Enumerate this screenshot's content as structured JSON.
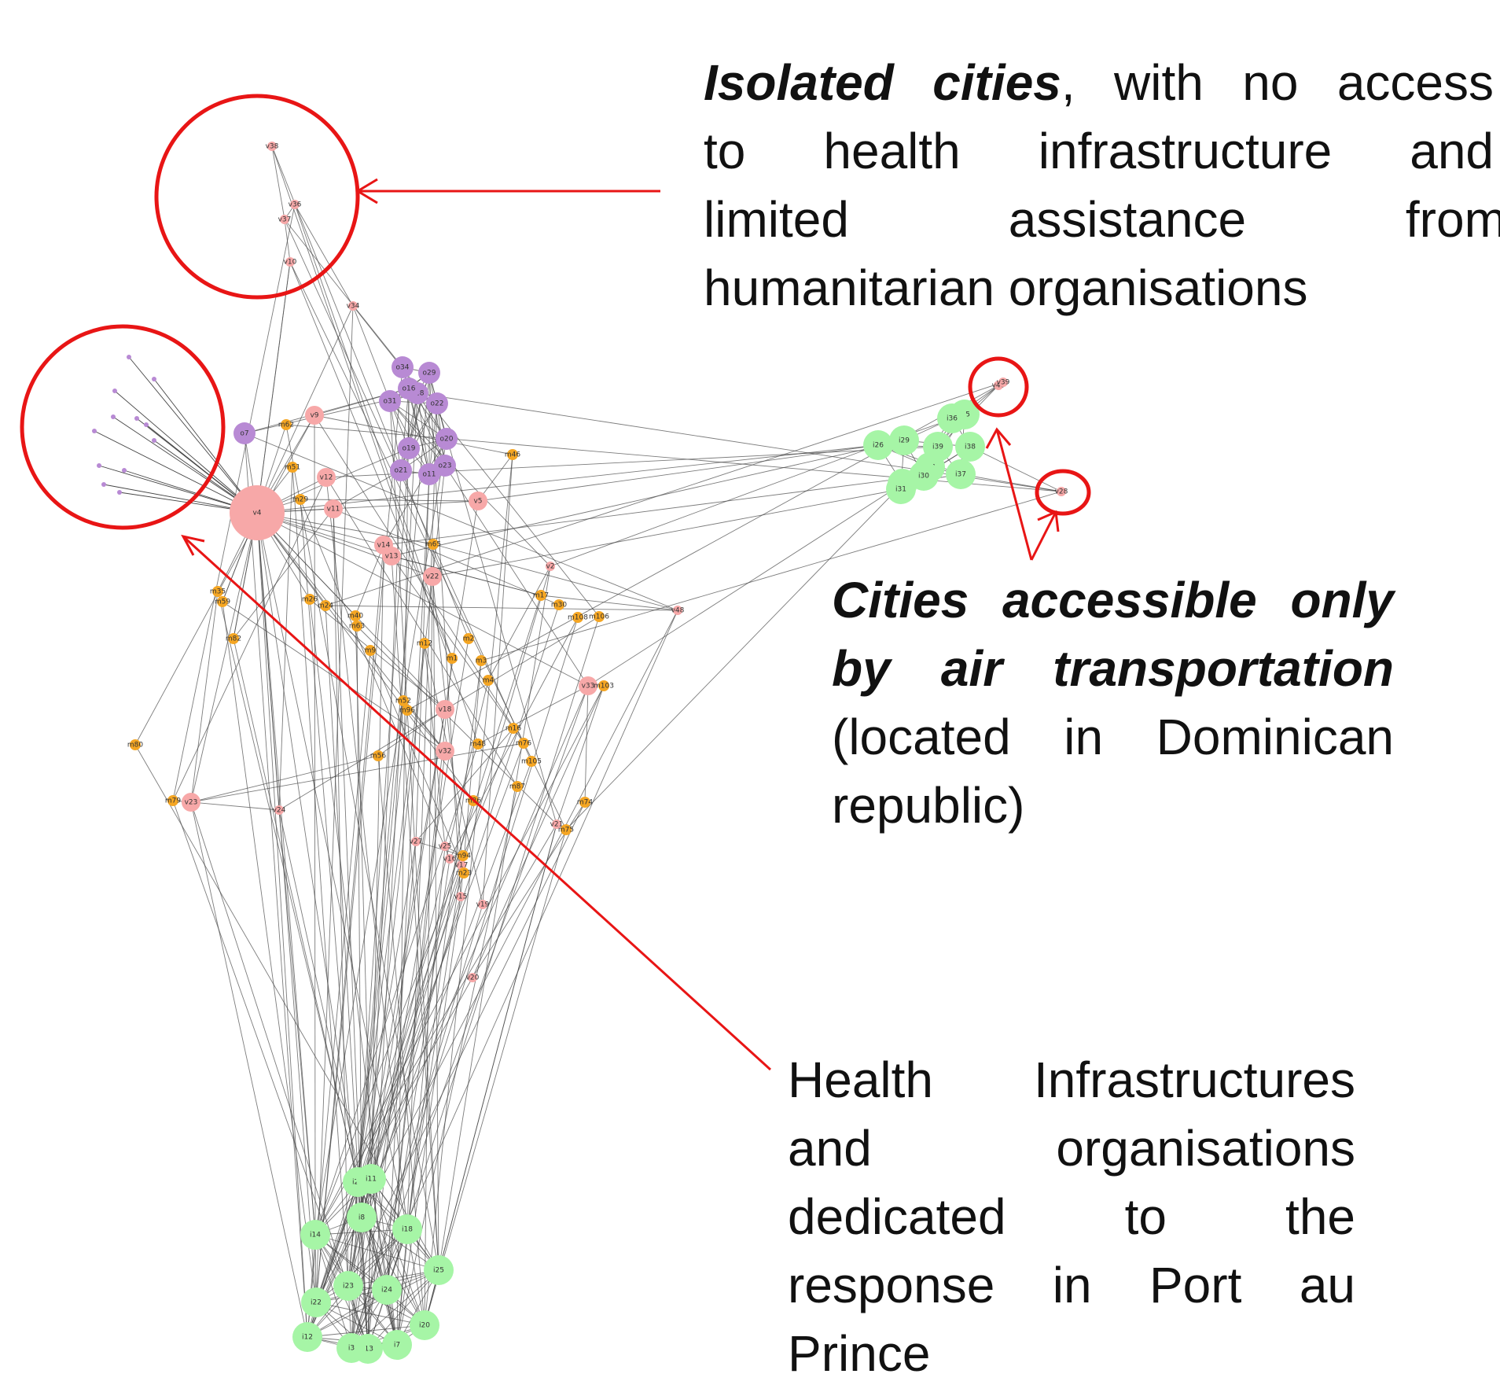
{
  "annotations": {
    "isolated": {
      "bold": "Isolated cities",
      "rest_line1": ", with no access",
      "line2": "to health infrastructure and",
      "line3": "limited assistance from",
      "line4": "humanitarian organisations"
    },
    "air": {
      "line1": "Cities accessible  only",
      "line2": "by air transportation",
      "line3": "(located in Dominican",
      "line4": "republic)"
    },
    "health": {
      "line1": "Health Infrastructures",
      "line2": "and organisations",
      "line3": "dedicated to the",
      "line4": "response in Port au",
      "line5": "Prince"
    }
  },
  "colors": {
    "city": "#f7a8a8",
    "organisation": "#f5a623",
    "partner": "#b88ad4",
    "infrastructure": "#a6f5a6",
    "edge": "#444444",
    "annotation": "#e81515"
  },
  "nodes": [
    {
      "id": "v4",
      "type": "city",
      "big": true
    },
    {
      "id": "v5",
      "type": "city"
    },
    {
      "id": "v9",
      "type": "city"
    },
    {
      "id": "v11",
      "type": "city"
    },
    {
      "id": "v12",
      "type": "city"
    },
    {
      "id": "v13",
      "type": "city"
    },
    {
      "id": "v14",
      "type": "city"
    },
    {
      "id": "v18",
      "type": "city"
    },
    {
      "id": "v32",
      "type": "city"
    },
    {
      "id": "v33",
      "type": "city"
    },
    {
      "id": "v23",
      "type": "city"
    },
    {
      "id": "v24",
      "type": "city"
    },
    {
      "id": "v21",
      "type": "city"
    },
    {
      "id": "v19",
      "type": "city"
    },
    {
      "id": "v20",
      "type": "city"
    },
    {
      "id": "v2",
      "type": "city"
    },
    {
      "id": "v10",
      "type": "city"
    },
    {
      "id": "v36",
      "type": "city"
    },
    {
      "id": "v37",
      "type": "city"
    },
    {
      "id": "v38",
      "type": "city"
    },
    {
      "id": "v34",
      "type": "city"
    },
    {
      "id": "v15",
      "type": "city"
    },
    {
      "id": "v16",
      "type": "city"
    },
    {
      "id": "v17",
      "type": "city"
    },
    {
      "id": "v27",
      "type": "city"
    },
    {
      "id": "v25",
      "type": "city"
    },
    {
      "id": "v22",
      "type": "city"
    },
    {
      "id": "v48",
      "type": "city"
    },
    {
      "id": "v40",
      "type": "city"
    },
    {
      "id": "v39",
      "type": "city"
    },
    {
      "id": "v28",
      "type": "city"
    },
    {
      "id": "o19",
      "type": "partner"
    },
    {
      "id": "o21",
      "type": "partner"
    },
    {
      "id": "o20",
      "type": "partner"
    },
    {
      "id": "o23",
      "type": "partner"
    },
    {
      "id": "o22",
      "type": "partner"
    },
    {
      "id": "o31",
      "type": "partner"
    },
    {
      "id": "o34",
      "type": "partner"
    },
    {
      "id": "o29",
      "type": "partner"
    },
    {
      "id": "o11",
      "type": "partner"
    },
    {
      "id": "o7",
      "type": "partner"
    },
    {
      "id": "o28",
      "type": "partner"
    },
    {
      "id": "o16",
      "type": "partner"
    },
    {
      "id": "m82",
      "type": "organisation"
    },
    {
      "id": "m80",
      "type": "organisation"
    },
    {
      "id": "m79",
      "type": "organisation"
    },
    {
      "id": "m40",
      "type": "organisation"
    },
    {
      "id": "m59",
      "type": "organisation"
    },
    {
      "id": "m35",
      "type": "organisation"
    },
    {
      "id": "m103",
      "type": "organisation"
    },
    {
      "id": "m74",
      "type": "organisation"
    },
    {
      "id": "m75",
      "type": "organisation"
    },
    {
      "id": "m105",
      "type": "organisation"
    },
    {
      "id": "m106",
      "type": "organisation"
    },
    {
      "id": "m108",
      "type": "organisation"
    },
    {
      "id": "m94",
      "type": "organisation"
    },
    {
      "id": "m23",
      "type": "organisation"
    },
    {
      "id": "m96",
      "type": "organisation"
    },
    {
      "id": "m62",
      "type": "organisation"
    },
    {
      "id": "m29",
      "type": "organisation"
    },
    {
      "id": "m30",
      "type": "organisation"
    },
    {
      "id": "m17",
      "type": "organisation"
    },
    {
      "id": "m26",
      "type": "organisation"
    },
    {
      "id": "m48",
      "type": "organisation"
    },
    {
      "id": "m51",
      "type": "organisation"
    },
    {
      "id": "m46",
      "type": "organisation"
    },
    {
      "id": "m4",
      "type": "organisation"
    },
    {
      "id": "m1",
      "type": "organisation"
    },
    {
      "id": "m2",
      "type": "organisation"
    },
    {
      "id": "m3",
      "type": "organisation"
    },
    {
      "id": "m9",
      "type": "organisation"
    },
    {
      "id": "m12",
      "type": "organisation"
    },
    {
      "id": "m65",
      "type": "organisation"
    },
    {
      "id": "m24",
      "type": "organisation"
    },
    {
      "id": "m36",
      "type": "organisation"
    },
    {
      "id": "m76",
      "type": "organisation"
    },
    {
      "id": "m87",
      "type": "organisation"
    },
    {
      "id": "m16",
      "type": "organisation"
    },
    {
      "id": "m52",
      "type": "organisation"
    },
    {
      "id": "m56",
      "type": "organisation"
    },
    {
      "id": "m63",
      "type": "organisation"
    },
    {
      "id": "i21",
      "type": "infrastructure"
    },
    {
      "id": "i11",
      "type": "infrastructure"
    },
    {
      "id": "i14",
      "type": "infrastructure"
    },
    {
      "id": "i8",
      "type": "infrastructure"
    },
    {
      "id": "i18",
      "type": "infrastructure"
    },
    {
      "id": "i25",
      "type": "infrastructure"
    },
    {
      "id": "i22",
      "type": "infrastructure"
    },
    {
      "id": "i23",
      "type": "infrastructure"
    },
    {
      "id": "i24",
      "type": "infrastructure"
    },
    {
      "id": "i12",
      "type": "infrastructure"
    },
    {
      "id": "i13",
      "type": "infrastructure"
    },
    {
      "id": "i7",
      "type": "infrastructure"
    },
    {
      "id": "i20",
      "type": "infrastructure"
    },
    {
      "id": "i3",
      "type": "infrastructure"
    },
    {
      "id": "i26",
      "type": "infrastructure"
    },
    {
      "id": "i29",
      "type": "infrastructure"
    },
    {
      "id": "i35",
      "type": "infrastructure"
    },
    {
      "id": "i36",
      "type": "infrastructure"
    },
    {
      "id": "i39",
      "type": "infrastructure"
    },
    {
      "id": "i38",
      "type": "infrastructure"
    },
    {
      "id": "i34",
      "type": "infrastructure"
    },
    {
      "id": "i30",
      "type": "infrastructure"
    },
    {
      "id": "i27",
      "type": "infrastructure"
    },
    {
      "id": "i31",
      "type": "infrastructure"
    },
    {
      "id": "i37",
      "type": "infrastructure"
    }
  ]
}
